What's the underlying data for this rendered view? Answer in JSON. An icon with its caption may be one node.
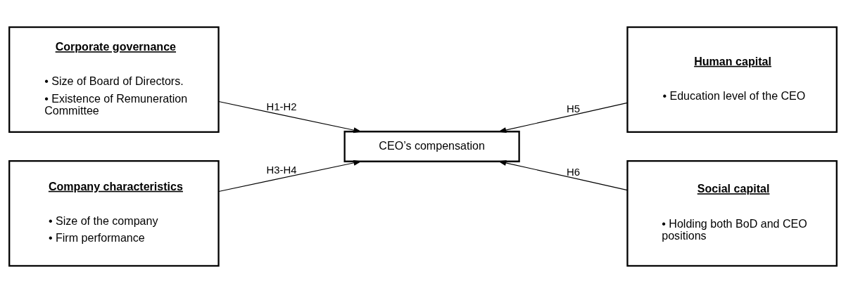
{
  "diagram": {
    "nodes": [
      {
        "text": [
          "Corporate governance",
          "• Size of Board of Directors.",
          "• Existence of Remuneration Committee"
        ]
      },
      {
        "text": [
          "Human capital",
          "• Education level of the CEO"
        ]
      },
      {
        "text": [
          "CEO’s compensation"
        ]
      },
      {
        "text": [
          "Company characteristics",
          "• Size of the company",
          "• Firm performance"
        ]
      },
      {
        "text": [
          "Social capital",
          "• Holding both BoD and CEO positions"
        ]
      }
    ],
    "edges": [
      {
        "from": 0,
        "to": 2,
        "arrow": "to",
        "label": "H1-H2"
      },
      {
        "from": 1,
        "to": 2,
        "arrow": "to",
        "label": "H5"
      },
      {
        "from": 3,
        "to": 2,
        "arrow": "to",
        "label": "H3-H4"
      },
      {
        "from": 4,
        "to": 2,
        "arrow": "to",
        "label": "H6"
      }
    ]
  }
}
